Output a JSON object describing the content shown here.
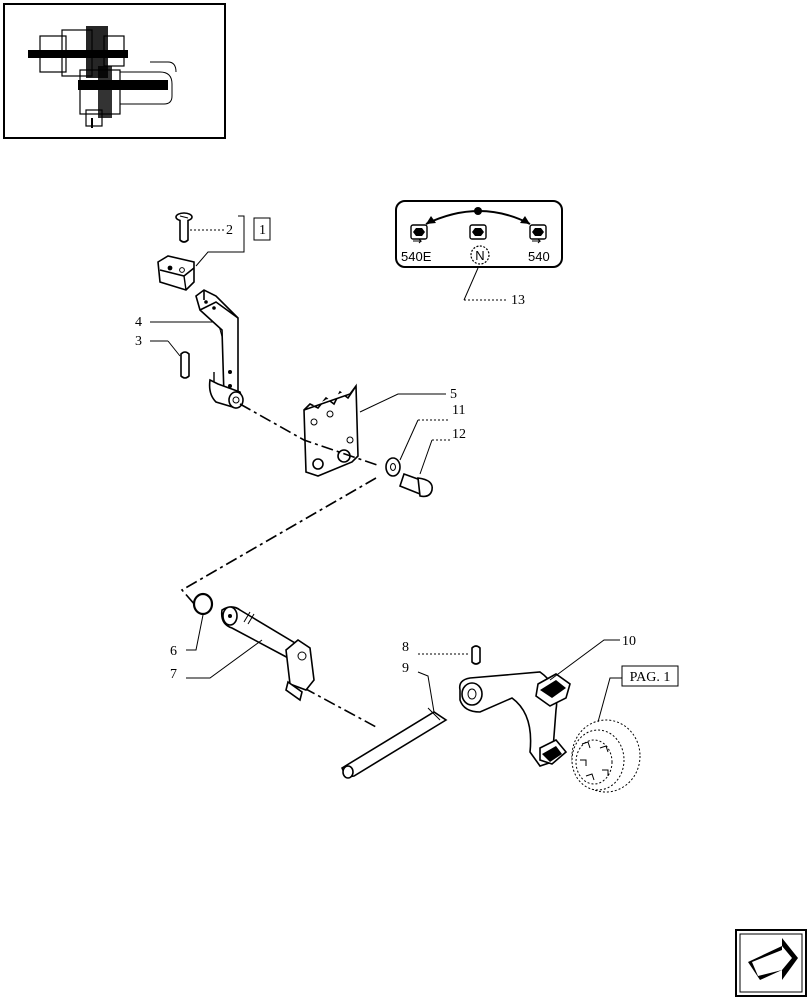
{
  "labels": {
    "l1": "1",
    "l2": "2",
    "l3": "3",
    "l4": "4",
    "l5": "5",
    "l6": "6",
    "l7": "7",
    "l8": "8",
    "l9": "9",
    "l10": "10",
    "l11": "11",
    "l12": "12",
    "l13": "13",
    "pag": "PAG. 1"
  },
  "panel": {
    "left": "540E",
    "center": "N",
    "right": "540"
  },
  "icons": {
    "thumbnail": "assembly-thumbnail-icon",
    "next": "next-page-arrow-icon"
  }
}
